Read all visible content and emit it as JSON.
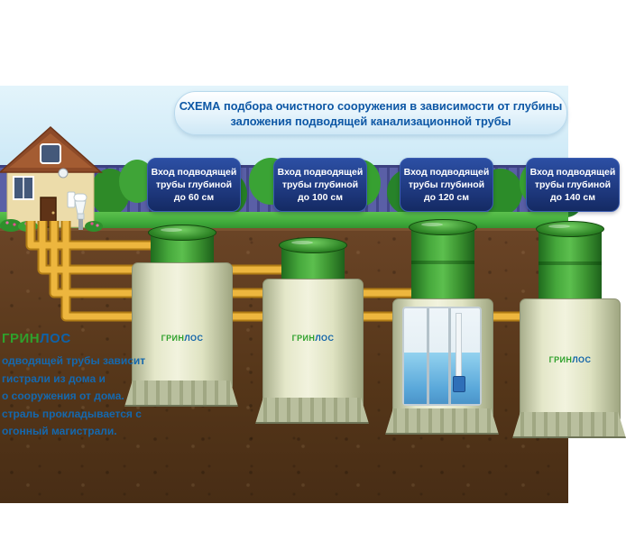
{
  "title": {
    "line1": "СХЕМА подбора очистного сооружения в зависимости от глубины",
    "line2": "заложения подводящей канализационной трубы"
  },
  "callouts": [
    {
      "line1": "Вход подводящей",
      "line2": "трубы глубиной",
      "line3": "до 60 см"
    },
    {
      "line1": "Вход подводящей",
      "line2": "трубы глубиной",
      "line3": "до 100 см"
    },
    {
      "line1": "Вход подводящей",
      "line2": "трубы глубиной",
      "line3": "до 120 см"
    },
    {
      "line1": "Вход подводящей",
      "line2": "трубы глубиной",
      "line3": "до 140 см"
    }
  ],
  "brand": {
    "green": "ГРИН",
    "blue": "ЛОС"
  },
  "info": {
    "lines": [
      "одводящей трубы зависит",
      "гистрали из дома и",
      "о сооружения от дома.",
      "страль прокладывается с",
      "огонный магистрали."
    ]
  },
  "colors": {
    "callout_bg": "#1c3578",
    "title_text": "#0d57a5",
    "pipe_yellow": "#edb63e",
    "tank_lid_green": "#2e8526",
    "tank_body_cream": "#e9ecd3",
    "soil_brown": "#553619",
    "grass_green": "#3fa93a",
    "fence_purple": "#5a5fa6",
    "info_text_blue": "#1568ae",
    "brand_green": "#2fa12c",
    "brand_blue": "#0f62a8"
  }
}
